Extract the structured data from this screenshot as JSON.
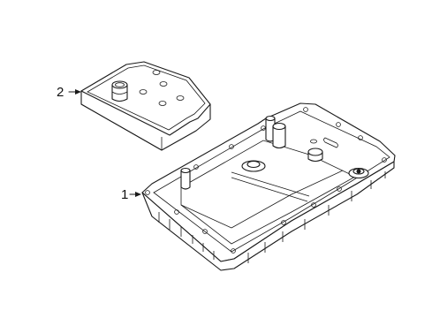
{
  "callouts": [
    {
      "label": "1",
      "part": "transmission-oil-pan"
    },
    {
      "label": "2",
      "part": "transmission-filter"
    }
  ]
}
